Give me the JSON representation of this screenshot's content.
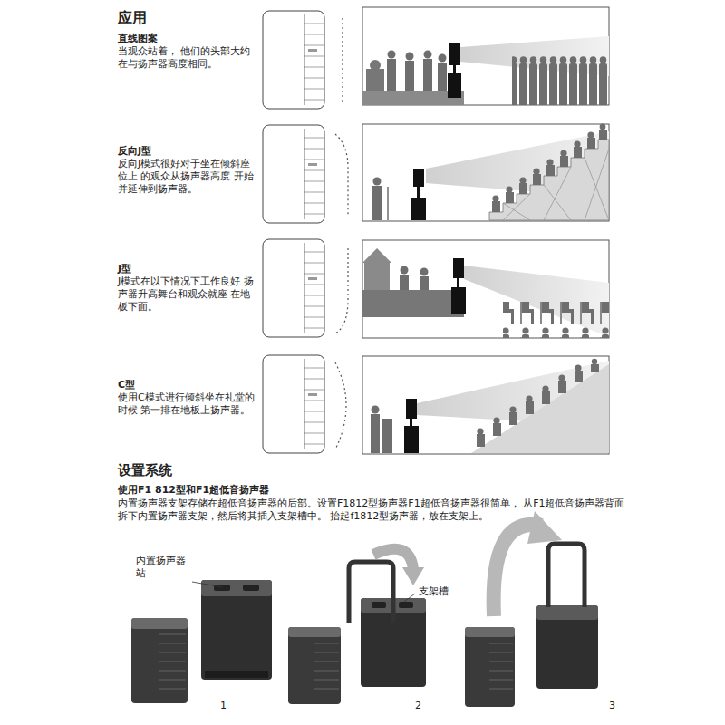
{
  "diagram": {
    "title": "应用",
    "labels": [
      "直线图案",
      "当观众站着， 他们的头部大约在与扬声器高度相同。",
      "反向J型",
      "反向J模式很好对于坐在倾斜座位上 的观众从扬声器高度 开始并延伸到扬声器。",
      "J型",
      "J模式在以下情况下工作良好 扬声器升高舞台和观众就座 在地板下面。",
      "C型",
      "使用C模式进行倾斜坐在礼堂的时候 第一排在地板上扬声器。",
      "设置系统",
      "使用F1 812型和F1超低音扬声器",
      "内置扬声器支架存储在超低音扬声器的后部。设置F1812型扬声器F1超低音扬声器很简单， 从F1超低音扬声器背面拆下内置扬声器支架，然后将其插入支架槽中。 抬起f1812型扬声器，放在支架上。",
      "内置扬声器 站",
      "支架槽",
      "1",
      "2",
      "3"
    ]
  }
}
